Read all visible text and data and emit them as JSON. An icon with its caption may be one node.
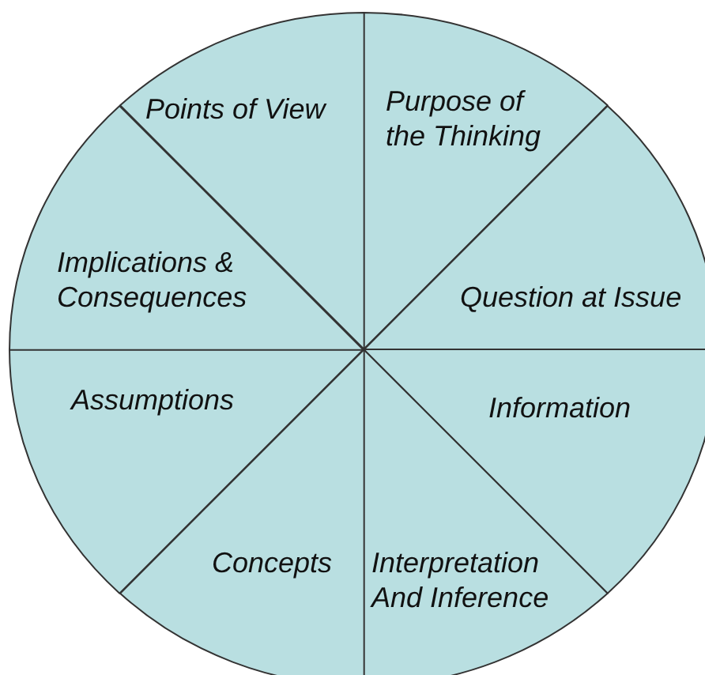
{
  "diagram": {
    "nodes": [
      {
        "text": [
          "Purpose of the Thinking"
        ]
      },
      {
        "text": [
          "Question at Issue"
        ]
      },
      {
        "text": [
          "Information"
        ]
      },
      {
        "text": [
          "Interpretation And Inference"
        ]
      },
      {
        "text": [
          "Concepts"
        ]
      },
      {
        "text": [
          "Assumptions"
        ]
      },
      {
        "text": [
          "Implications & Consequences"
        ]
      },
      {
        "text": [
          "Points of View"
        ]
      }
    ],
    "edges": []
  }
}
